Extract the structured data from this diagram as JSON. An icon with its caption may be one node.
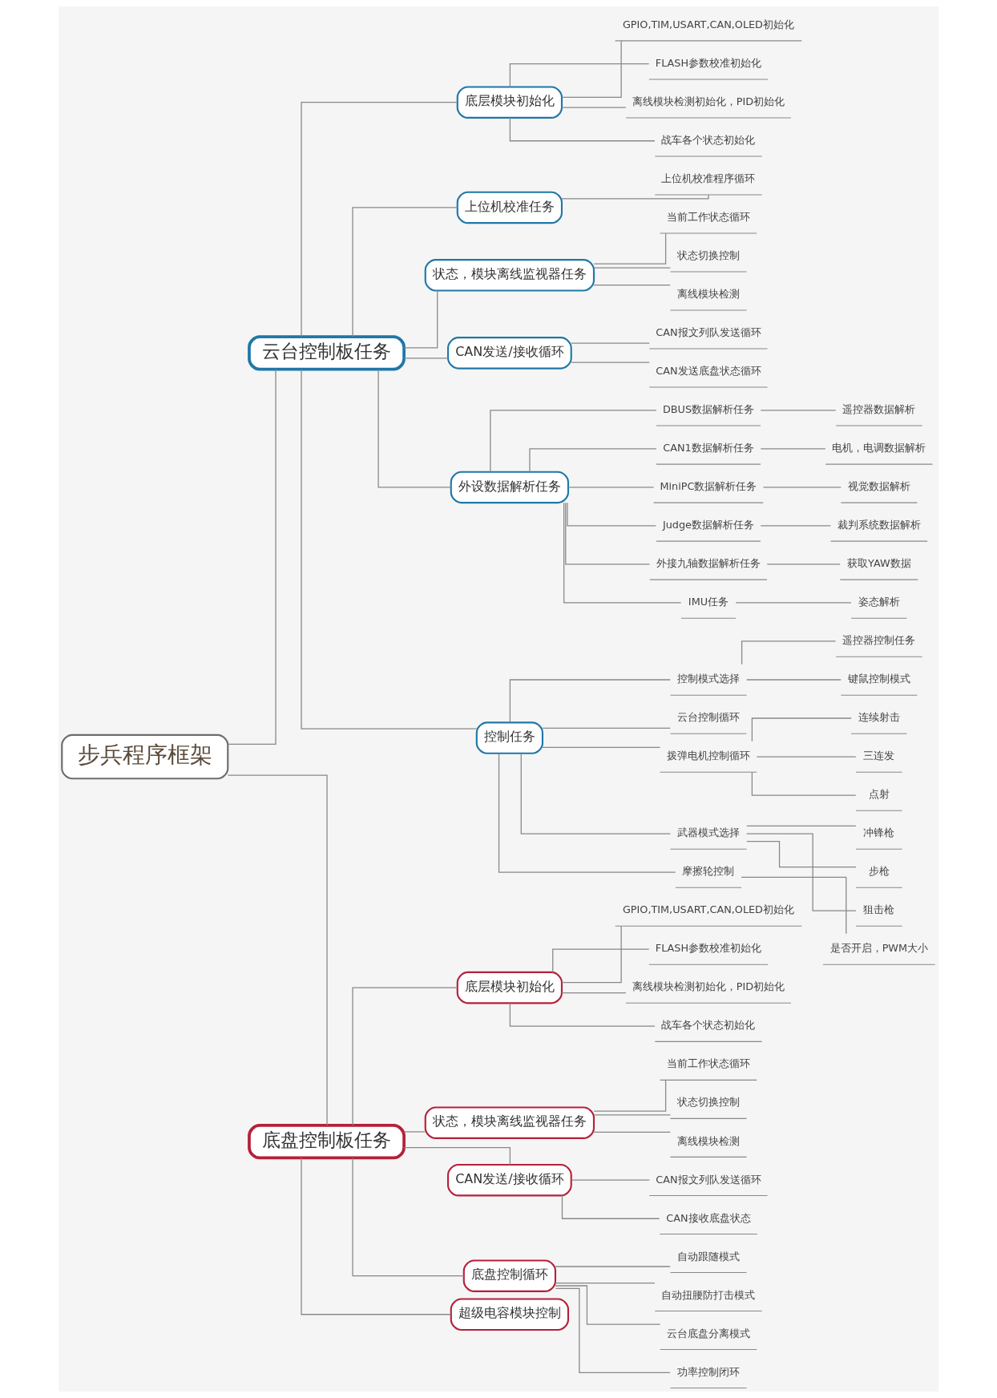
{
  "diagram": {
    "nodes": [
      {
        "text": [
          "步兵程序框架"
        ]
      },
      {
        "text": [
          "云台控制板任务"
        ]
      },
      {
        "text": [
          "底层模块初始化"
        ]
      },
      {
        "text": [
          "GPIO,TIM,USART,CAN,OLED初始化"
        ]
      },
      {
        "text": [
          "FLASH参数校准初始化"
        ]
      },
      {
        "text": [
          "离线模块检测初始化，PID初始化"
        ]
      },
      {
        "text": [
          "战车各个状态初始化"
        ]
      },
      {
        "text": [
          "上位机校准任务"
        ]
      },
      {
        "text": [
          "上位机校准程序循环"
        ]
      },
      {
        "text": [
          "状态，模块离线监视器任务"
        ]
      },
      {
        "text": [
          "当前工作状态循环"
        ]
      },
      {
        "text": [
          "状态切换控制"
        ]
      },
      {
        "text": [
          "离线模块检测"
        ]
      },
      {
        "text": [
          "CAN发送/接收循环"
        ]
      },
      {
        "text": [
          "CAN报文列队发送循环"
        ]
      },
      {
        "text": [
          "CAN发送底盘状态循环"
        ]
      },
      {
        "text": [
          "外设数据解析任务"
        ]
      },
      {
        "text": [
          "DBUS数据解析任务"
        ]
      },
      {
        "text": [
          "遥控器数据解析"
        ]
      },
      {
        "text": [
          "CAN1数据解析任务"
        ]
      },
      {
        "text": [
          "电机，电调数据解析"
        ]
      },
      {
        "text": [
          "MiniPC数据解析任务"
        ]
      },
      {
        "text": [
          "视觉数据解析"
        ]
      },
      {
        "text": [
          "Judge数据解析任务"
        ]
      },
      {
        "text": [
          "裁判系统数据解析"
        ]
      },
      {
        "text": [
          "外接九轴数据解析任务"
        ]
      },
      {
        "text": [
          "获取YAW数据"
        ]
      },
      {
        "text": [
          "IMU任务"
        ]
      },
      {
        "text": [
          "姿态解析"
        ]
      },
      {
        "text": [
          "控制任务"
        ]
      },
      {
        "text": [
          "控制模式选择"
        ]
      },
      {
        "text": [
          "遥控器控制任务"
        ]
      },
      {
        "text": [
          "键鼠控制模式"
        ]
      },
      {
        "text": [
          "云台控制循环"
        ]
      },
      {
        "text": [
          "拨弹电机控制循环"
        ]
      },
      {
        "text": [
          "连续射击"
        ]
      },
      {
        "text": [
          "三连发"
        ]
      },
      {
        "text": [
          "点射"
        ]
      },
      {
        "text": [
          "武器模式选择"
        ]
      },
      {
        "text": [
          "冲锋枪"
        ]
      },
      {
        "text": [
          "步枪"
        ]
      },
      {
        "text": [
          "狙击枪"
        ]
      },
      {
        "text": [
          "摩擦轮控制"
        ]
      },
      {
        "text": [
          "是否开启，PWM大小"
        ]
      },
      {
        "text": [
          "底盘控制板任务"
        ]
      },
      {
        "text": [
          "底层模块初始化"
        ]
      },
      {
        "text": [
          "GPIO,TIM,USART,CAN,OLED初始化"
        ]
      },
      {
        "text": [
          "FLASH参数校准初始化"
        ]
      },
      {
        "text": [
          "离线模块检测初始化，PID初始化"
        ]
      },
      {
        "text": [
          "战车各个状态初始化"
        ]
      },
      {
        "text": [
          "状态，模块离线监视器任务"
        ]
      },
      {
        "text": [
          "当前工作状态循环"
        ]
      },
      {
        "text": [
          "状态切换控制"
        ]
      },
      {
        "text": [
          "离线模块检测"
        ]
      },
      {
        "text": [
          "CAN发送/接收循环"
        ]
      },
      {
        "text": [
          "CAN报文列队发送循环"
        ]
      },
      {
        "text": [
          "CAN接收底盘状态"
        ]
      },
      {
        "text": [
          "底盘控制循环"
        ]
      },
      {
        "text": [
          "自动跟随模式"
        ]
      },
      {
        "text": [
          "自动扭腰防打击模式"
        ]
      },
      {
        "text": [
          "云台底盘分离模式"
        ]
      },
      {
        "text": [
          "功率控制闭环"
        ]
      },
      {
        "text": [
          "超级电容模块控制"
        ]
      }
    ],
    "edges": [
      {
        "from": 0,
        "to": 1,
        "arrow": "none"
      },
      {
        "from": 1,
        "to": 2,
        "arrow": "none"
      },
      {
        "from": 2,
        "to": 3,
        "arrow": "none"
      },
      {
        "from": 2,
        "to": 4,
        "arrow": "none"
      },
      {
        "from": 2,
        "to": 5,
        "arrow": "none"
      },
      {
        "from": 2,
        "to": 6,
        "arrow": "none"
      },
      {
        "from": 1,
        "to": 7,
        "arrow": "none"
      },
      {
        "from": 7,
        "to": 8,
        "arrow": "none"
      },
      {
        "from": 1,
        "to": 9,
        "arrow": "none"
      },
      {
        "from": 9,
        "to": 10,
        "arrow": "none"
      },
      {
        "from": 9,
        "to": 11,
        "arrow": "none"
      },
      {
        "from": 9,
        "to": 12,
        "arrow": "none"
      },
      {
        "from": 1,
        "to": 13,
        "arrow": "none"
      },
      {
        "from": 13,
        "to": 14,
        "arrow": "none"
      },
      {
        "from": 13,
        "to": 15,
        "arrow": "none"
      },
      {
        "from": 1,
        "to": 16,
        "arrow": "none"
      },
      {
        "from": 16,
        "to": 17,
        "arrow": "none"
      },
      {
        "from": 17,
        "to": 18,
        "arrow": "none"
      },
      {
        "from": 16,
        "to": 19,
        "arrow": "none"
      },
      {
        "from": 19,
        "to": 20,
        "arrow": "none"
      },
      {
        "from": 16,
        "to": 21,
        "arrow": "none"
      },
      {
        "from": 21,
        "to": 22,
        "arrow": "none"
      },
      {
        "from": 16,
        "to": 23,
        "arrow": "none"
      },
      {
        "from": 23,
        "to": 24,
        "arrow": "none"
      },
      {
        "from": 16,
        "to": 25,
        "arrow": "none"
      },
      {
        "from": 25,
        "to": 26,
        "arrow": "none"
      },
      {
        "from": 16,
        "to": 27,
        "arrow": "none"
      },
      {
        "from": 27,
        "to": 28,
        "arrow": "none"
      },
      {
        "from": 1,
        "to": 29,
        "arrow": "none"
      },
      {
        "from": 29,
        "to": 30,
        "arrow": "none"
      },
      {
        "from": 30,
        "to": 31,
        "arrow": "none"
      },
      {
        "from": 30,
        "to": 32,
        "arrow": "none"
      },
      {
        "from": 29,
        "to": 33,
        "arrow": "none"
      },
      {
        "from": 29,
        "to": 34,
        "arrow": "none"
      },
      {
        "from": 34,
        "to": 35,
        "arrow": "none"
      },
      {
        "from": 34,
        "to": 36,
        "arrow": "none"
      },
      {
        "from": 34,
        "to": 37,
        "arrow": "none"
      },
      {
        "from": 29,
        "to": 38,
        "arrow": "none"
      },
      {
        "from": 38,
        "to": 39,
        "arrow": "none"
      },
      {
        "from": 38,
        "to": 40,
        "arrow": "none"
      },
      {
        "from": 38,
        "to": 41,
        "arrow": "none"
      },
      {
        "from": 29,
        "to": 42,
        "arrow": "none"
      },
      {
        "from": 42,
        "to": 43,
        "arrow": "none"
      },
      {
        "from": 0,
        "to": 44,
        "arrow": "none"
      },
      {
        "from": 44,
        "to": 45,
        "arrow": "none"
      },
      {
        "from": 45,
        "to": 46,
        "arrow": "none"
      },
      {
        "from": 45,
        "to": 47,
        "arrow": "none"
      },
      {
        "from": 45,
        "to": 48,
        "arrow": "none"
      },
      {
        "from": 45,
        "to": 49,
        "arrow": "none"
      },
      {
        "from": 44,
        "to": 50,
        "arrow": "none"
      },
      {
        "from": 50,
        "to": 51,
        "arrow": "none"
      },
      {
        "from": 50,
        "to": 52,
        "arrow": "none"
      },
      {
        "from": 50,
        "to": 53,
        "arrow": "none"
      },
      {
        "from": 44,
        "to": 54,
        "arrow": "none"
      },
      {
        "from": 54,
        "to": 55,
        "arrow": "none"
      },
      {
        "from": 54,
        "to": 56,
        "arrow": "none"
      },
      {
        "from": 44,
        "to": 57,
        "arrow": "none"
      },
      {
        "from": 57,
        "to": 58,
        "arrow": "none"
      },
      {
        "from": 57,
        "to": 59,
        "arrow": "none"
      },
      {
        "from": 57,
        "to": 60,
        "arrow": "none"
      },
      {
        "from": 57,
        "to": 61,
        "arrow": "none"
      },
      {
        "from": 44,
        "to": 62,
        "arrow": "none"
      }
    ]
  }
}
